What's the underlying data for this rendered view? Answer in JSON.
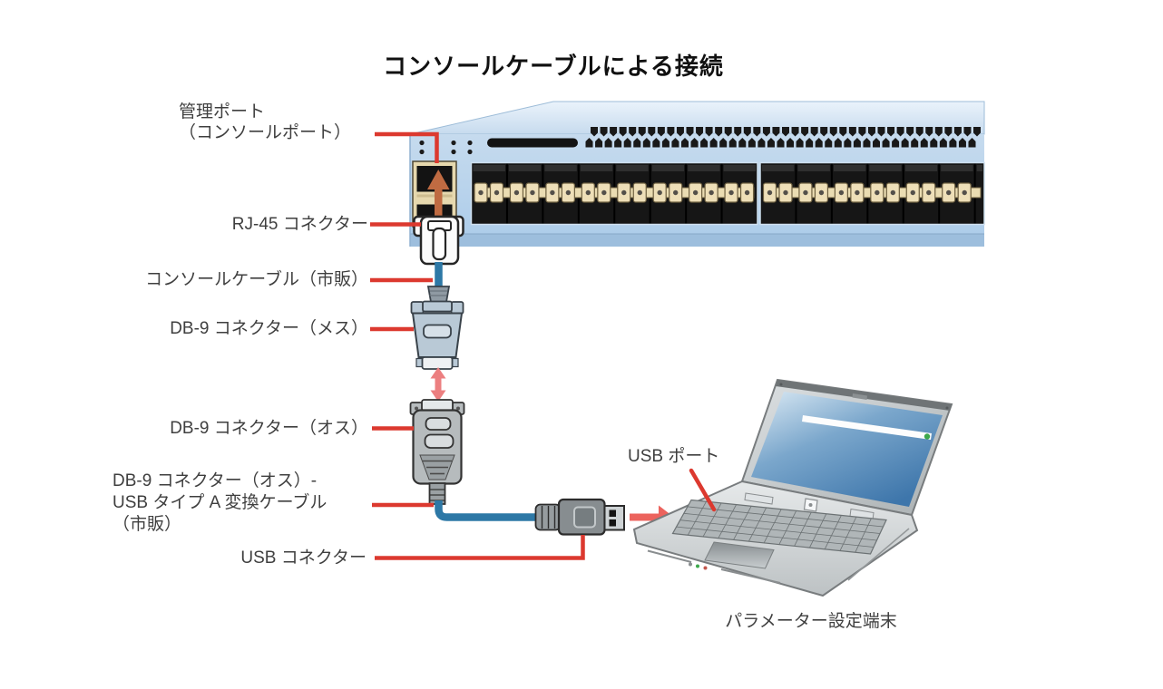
{
  "title": "コンソールケーブルによる接続",
  "labels": {
    "mgmt_line1": "管理ポート",
    "mgmt_line2": "（コンソールポート）",
    "rj45": "RJ-45 コネクター",
    "console_cable": "コンソールケーブル（市販）",
    "db9_female": "DB-9 コネクター（メス）",
    "db9_male": "DB-9 コネクター（オス）",
    "adapter_line1": "DB-9 コネクター（オス）-",
    "adapter_line2": "USB タイプ A 変換ケーブル",
    "adapter_line3": "（市販）",
    "usb_connector": "USB コネクター",
    "usb_port": "USB ポート",
    "terminal": "パラメーター設定端末"
  },
  "colors": {
    "callout_line": "#dc392f",
    "cable_blue": "#2d78a6",
    "switch_front": "#b7d3ec",
    "switch_top": "#dfecf7",
    "port_black": "#161616",
    "latch_beige": "#eedfb8",
    "console_port_tan": "#e6d8ae",
    "insert_arrow_orange": "#bf6b42",
    "mate_arrow_pink": "#ec7f80",
    "connect_arrow_red": "#ec635d",
    "laptop_silver": "#ced2d4",
    "screen_blue": "#3e76ab",
    "led_green": "#3da84c"
  }
}
